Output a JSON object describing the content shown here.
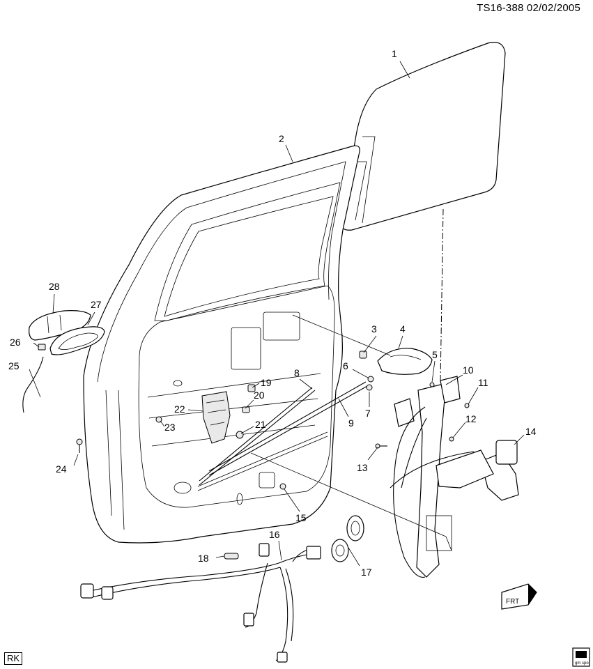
{
  "doc_id": "TS16-388  02/02/2005",
  "footer_left_tag": "RK",
  "logo_text": "gm spo",
  "fwd_badge_text": "FRT",
  "callouts": [
    "1",
    "2",
    "3",
    "4",
    "5",
    "6",
    "7",
    "8",
    "9",
    "10",
    "11",
    "12",
    "13",
    "14",
    "15",
    "16",
    "17",
    "18",
    "19",
    "20",
    "21",
    "22",
    "23",
    "24",
    "25",
    "26",
    "27",
    "28"
  ]
}
